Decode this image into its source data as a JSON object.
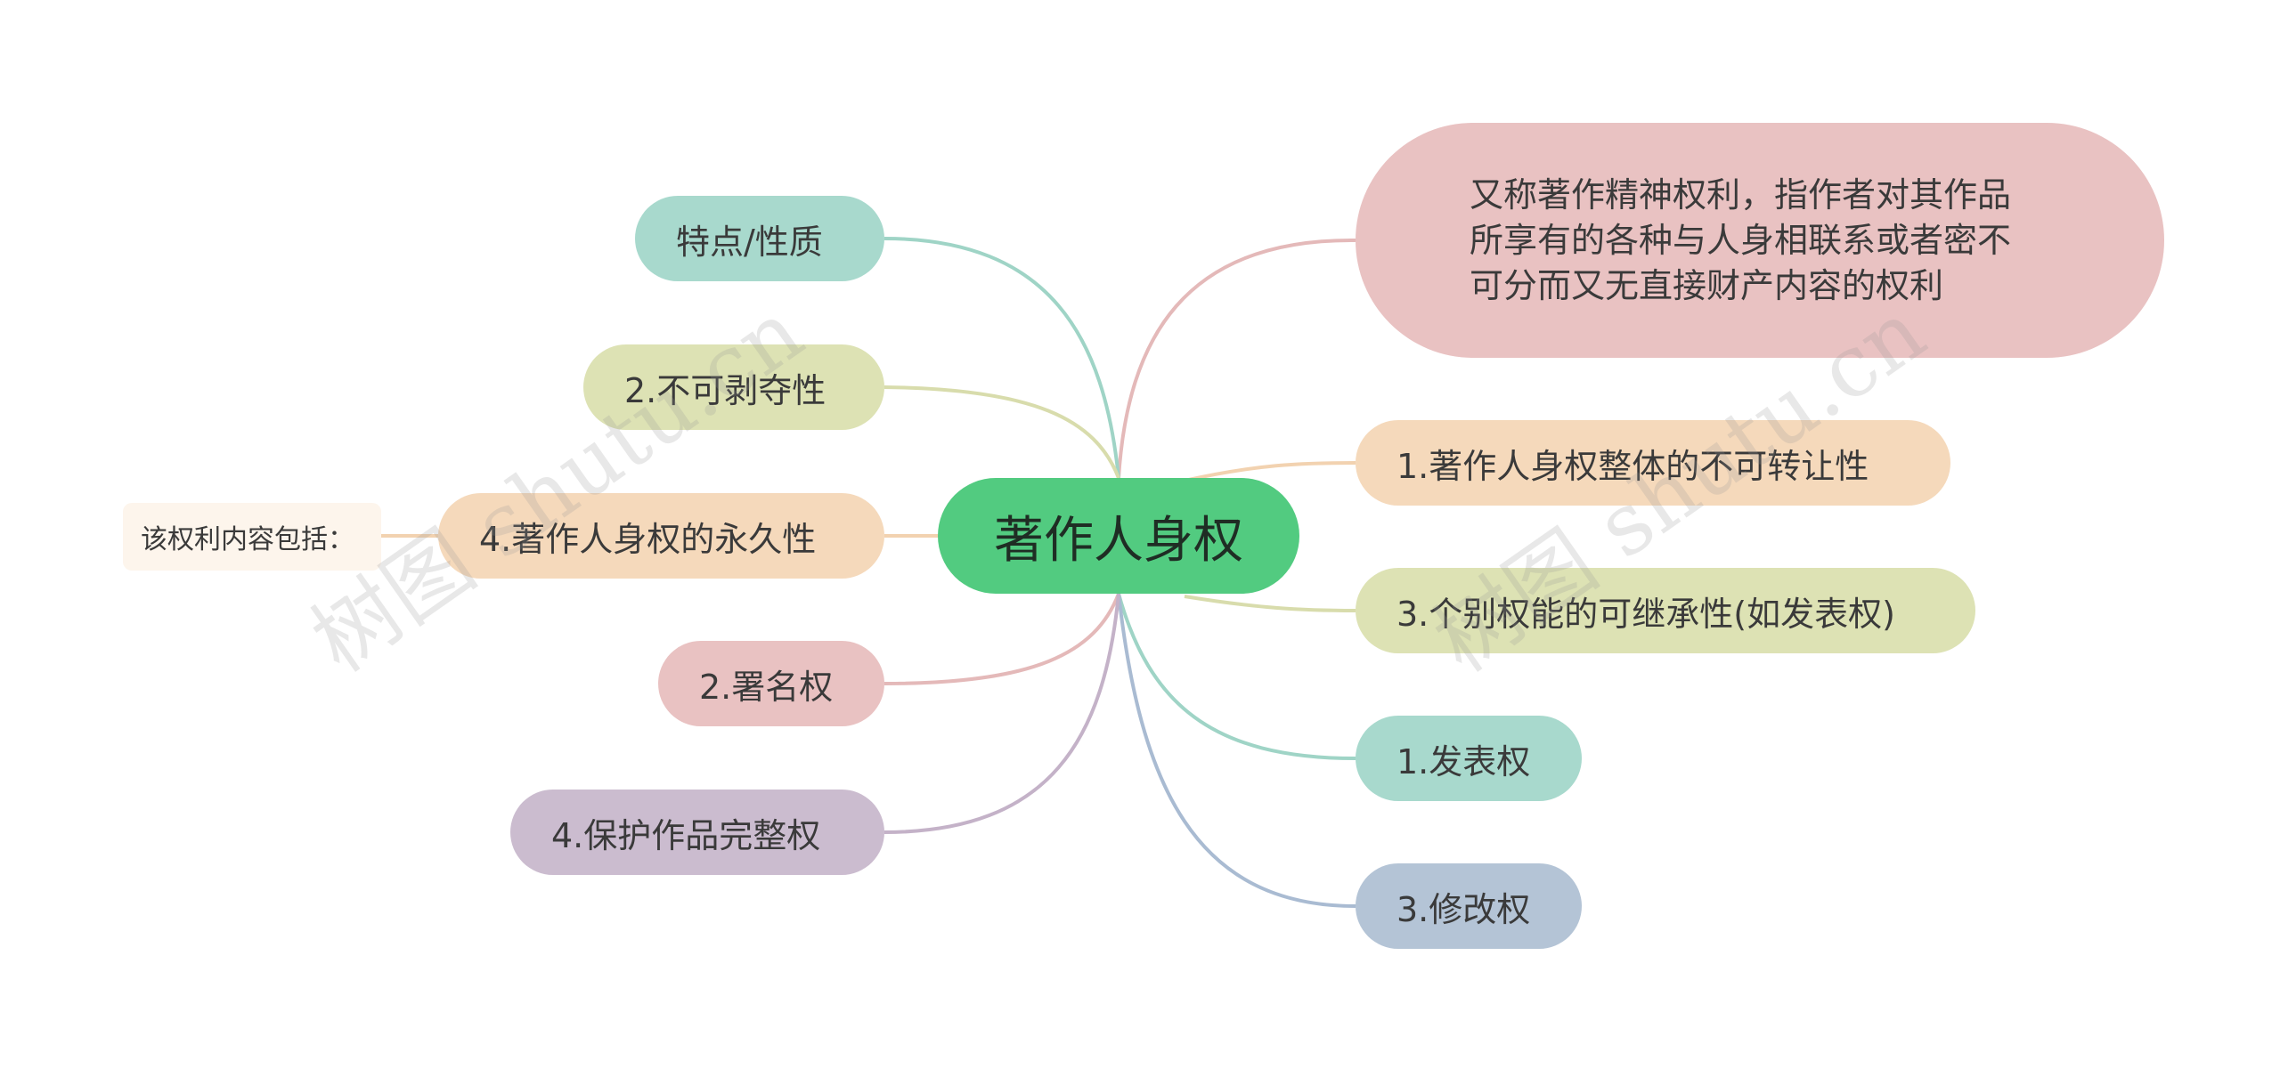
{
  "root": {
    "label": "著作人身权",
    "color": "#52cb80"
  },
  "right": [
    {
      "label": "又称著作精神权利，指作者对其作品所享有的各种与人身相联系或者密不可分而又无直接财产内容的权利",
      "color": "#e9c2c2"
    },
    {
      "label": "1.著作人身权整体的不可转让性",
      "color": "#f5d9bb"
    },
    {
      "label": "3.个别权能的可继承性(如发表权)",
      "color": "#dde2b4"
    },
    {
      "label": "1.发表权",
      "color": "#a8d9cd"
    },
    {
      "label": "3.修改权",
      "color": "#b4c4d6"
    }
  ],
  "left": [
    {
      "label": "特点/性质",
      "color": "#a8d9cd"
    },
    {
      "label": "2.不可剥夺性",
      "color": "#dde2b4"
    },
    {
      "label": "4.著作人身权的永久性",
      "color": "#f5d9bb"
    },
    {
      "label": "2.署名权",
      "color": "#e9c2c2"
    },
    {
      "label": "4.保护作品完整权",
      "color": "#cbbccf"
    }
  ],
  "sub": {
    "label": "该权利内容包括：",
    "color": "#fdf5ec"
  },
  "watermark": {
    "text_1": "树图 shutu.cn",
    "text_2": "树图 shutu.cn"
  }
}
